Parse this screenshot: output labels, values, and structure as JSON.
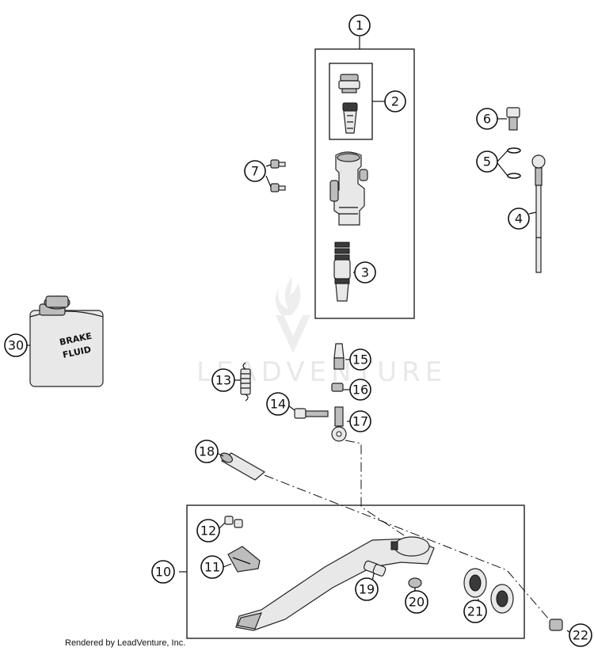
{
  "watermark": "LEADVENTURE",
  "credit": "Rendered by LeadVenture, Inc.",
  "bottle": {
    "line1": "BRAKE",
    "line2": "FLUID"
  },
  "callouts": {
    "c1": "1",
    "c2": "2",
    "c3": "3",
    "c4": "4",
    "c5": "5",
    "c6": "6",
    "c7": "7",
    "c10": "10",
    "c11": "11",
    "c12": "12",
    "c13": "13",
    "c14": "14",
    "c15": "15",
    "c16": "16",
    "c17": "17",
    "c18": "18",
    "c19": "19",
    "c20": "20",
    "c21": "21",
    "c22": "22",
    "c30": "30"
  }
}
